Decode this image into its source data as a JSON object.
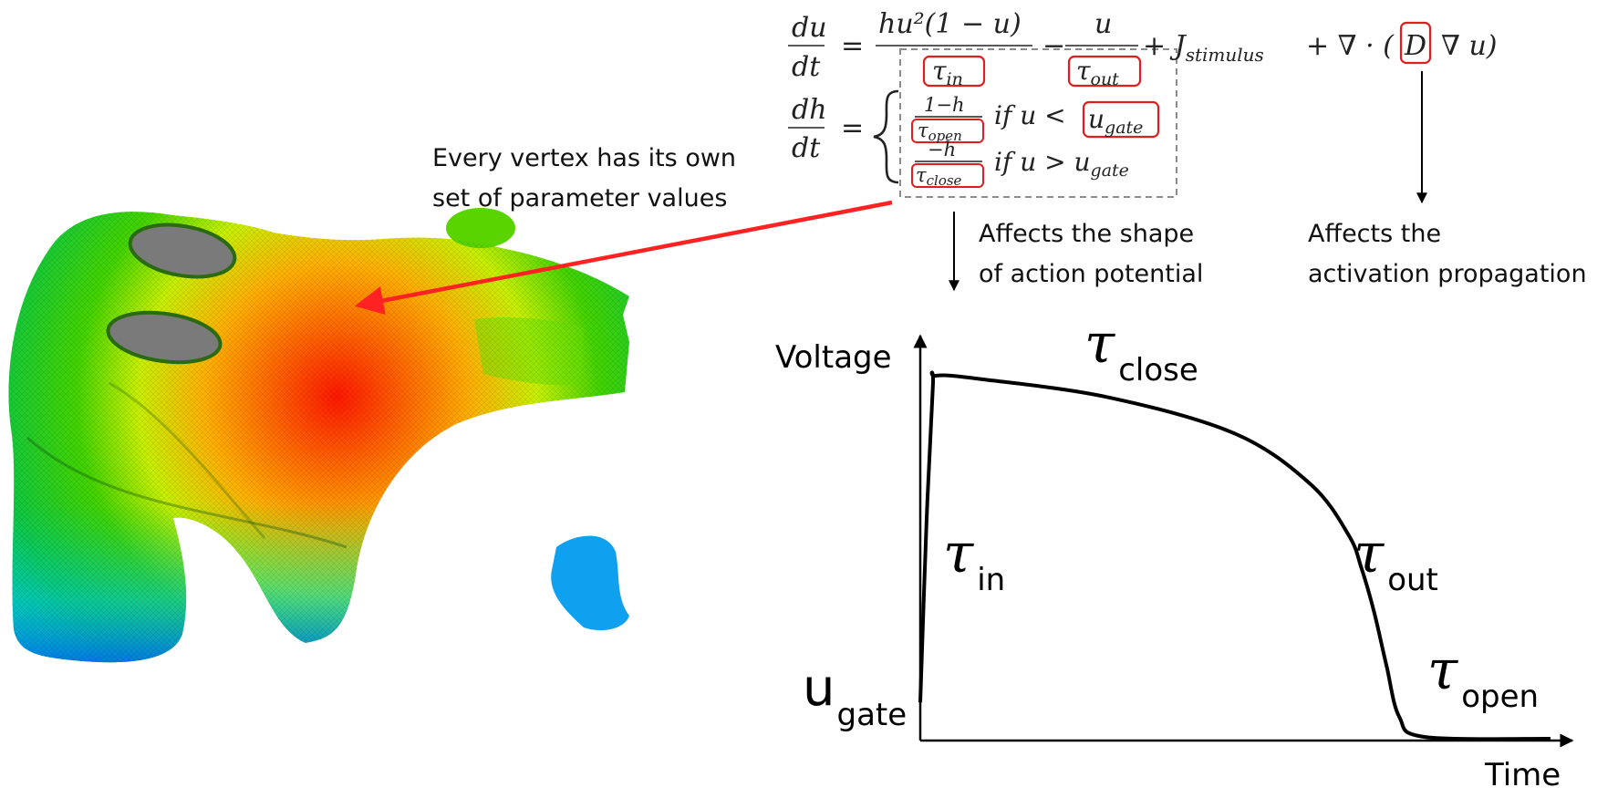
{
  "annotations": {
    "vertex_note_line1": "Every vertex has its own",
    "vertex_note_line2": "set of parameter values",
    "shape_note_line1": "Affects the shape",
    "shape_note_line2": "of action potential",
    "propagation_note_line1": "Affects the",
    "propagation_note_line2": "activation propagation"
  },
  "equations": {
    "du": "du",
    "dt": "dt",
    "dh": "dh",
    "eq": "=",
    "minus": "−",
    "term1_num": "hu²(1 − u)",
    "tau_in": "τ",
    "tau_in_sub": "in",
    "term2_num": "u",
    "tau_out": "τ",
    "tau_out_sub": "out",
    "j_stim": "+ J",
    "j_stim_sub": "stimulus",
    "diffusion_pre": "+ ∇ · (",
    "D": "D",
    "diffusion_post": "∇ u)",
    "case1_num": "1−h",
    "tau_open": "τ",
    "tau_open_sub": "open",
    "case1_cond": "if u <",
    "u_gate": "u",
    "u_gate_sub": "gate",
    "case2_num": "−h",
    "tau_close": "τ",
    "tau_close_sub": "close",
    "case2_cond": "if u > u",
    "case2_cond_sub": "gate"
  },
  "chart_data": {
    "type": "line",
    "title": "",
    "xlabel": "Time",
    "ylabel": "Voltage",
    "series": [
      {
        "x": [
          0,
          0.01,
          0.02,
          0.025,
          0.1,
          0.3,
          0.5,
          0.62,
          0.68,
          0.7,
          0.72,
          0.74,
          0.76,
          0.8,
          1.0
        ],
        "y": [
          0.1,
          0.6,
          0.97,
          1.0,
          0.99,
          0.94,
          0.84,
          0.7,
          0.56,
          0.47,
          0.35,
          0.2,
          0.06,
          0.005,
          0.0
        ]
      }
    ],
    "annotations": [
      {
        "label": "τ",
        "sub": "close"
      },
      {
        "label": "τ",
        "sub": "in"
      },
      {
        "label": "τ",
        "sub": "out"
      },
      {
        "label": "τ",
        "sub": "open"
      },
      {
        "label": "u",
        "sub": "gate"
      }
    ]
  },
  "colors": {
    "accent_red": "#ff2222",
    "box_red": "#e01e1e",
    "mesh_hot": "#ff2200",
    "mesh_mid": "#33cc00",
    "mesh_cold": "#0077ee",
    "hole_gray": "#7a7a7a"
  }
}
